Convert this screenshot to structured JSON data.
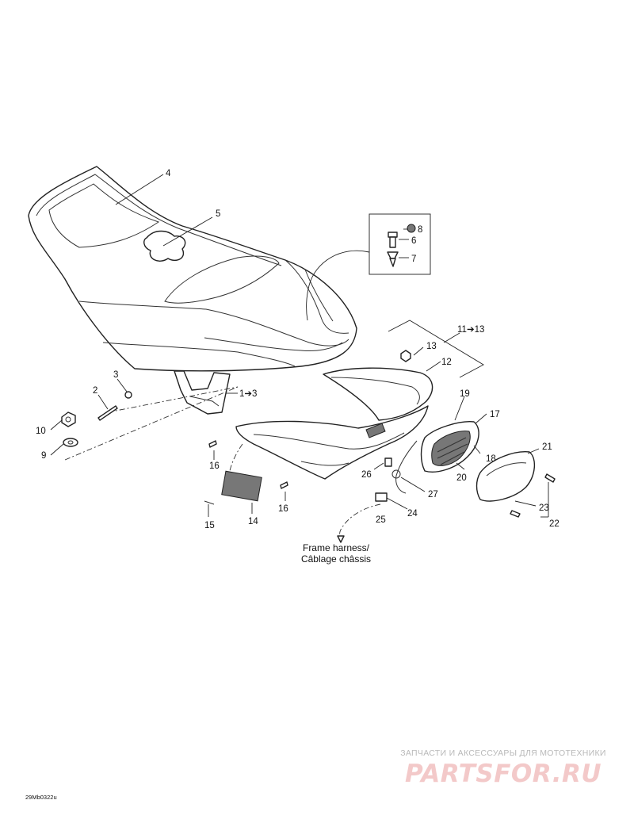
{
  "callouts": {
    "c1": "1➔3",
    "c2": "2",
    "c3": "3",
    "c4": "4",
    "c5": "5",
    "c6": "6",
    "c7": "7",
    "c8": "8",
    "c9": "9",
    "c10": "10",
    "c11": "11➔13",
    "c12": "12",
    "c13": "13",
    "c14": "14",
    "c15": "15",
    "c16a": "16",
    "c16b": "16",
    "c17": "17",
    "c18": "18",
    "c19": "19",
    "c20": "20",
    "c21": "21",
    "c22": "22",
    "c23": "23",
    "c24": "24",
    "c25": "25",
    "c26": "26",
    "c27": "27"
  },
  "harness_label": {
    "line1": "Frame harness/",
    "line2": "Câblage châssis"
  },
  "drawing_code": "29Mb0322u",
  "watermark": {
    "tagline": "ЗАПЧАСТИ И АКСЕССУАРЫ ДЛЯ МОТОТЕХНИКИ",
    "logo": "PARTSFOR.RU"
  }
}
